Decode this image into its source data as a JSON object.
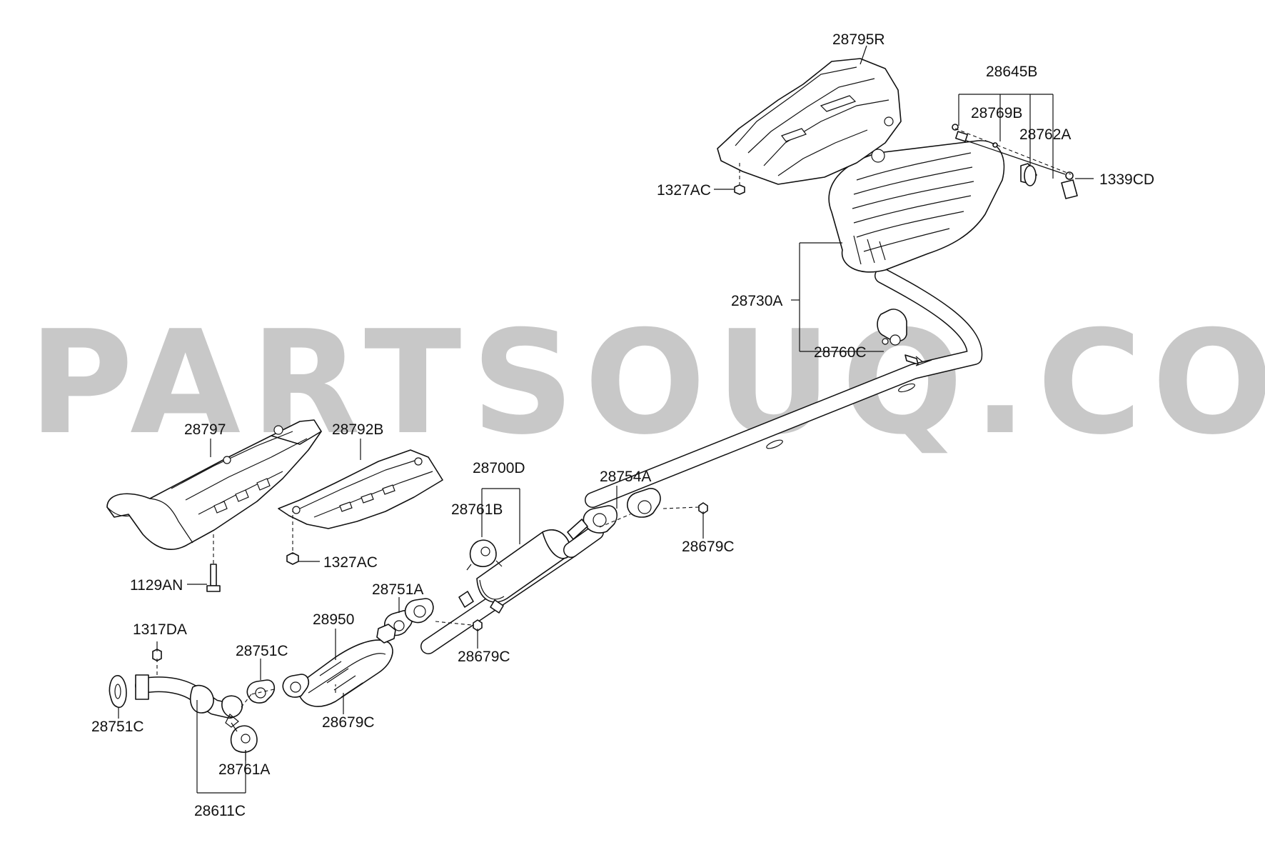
{
  "watermark": "PARTSOUQ.COM",
  "parts": {
    "p28795R": "28795R",
    "p28645B": "28645B",
    "p28769B": "28769B",
    "p28762A": "28762A",
    "p1339CD": "1339CD",
    "p1327AC_top": "1327AC",
    "p28730A": "28730A",
    "p28760C": "28760C",
    "p28797": "28797",
    "p28792B": "28792B",
    "p28700D": "28700D",
    "p28754A": "28754A",
    "p28761B": "28761B",
    "p28679C_right": "28679C",
    "p1327AC_mid": "1327AC",
    "p1129AN": "1129AN",
    "p28751A": "28751A",
    "p28950": "28950",
    "p28679C_mid": "28679C",
    "p1317DA": "1317DA",
    "p28751C_mid": "28751C",
    "p28751C_left": "28751C",
    "p28679C_low": "28679C",
    "p28761A": "28761A",
    "p28611C": "28611C"
  }
}
